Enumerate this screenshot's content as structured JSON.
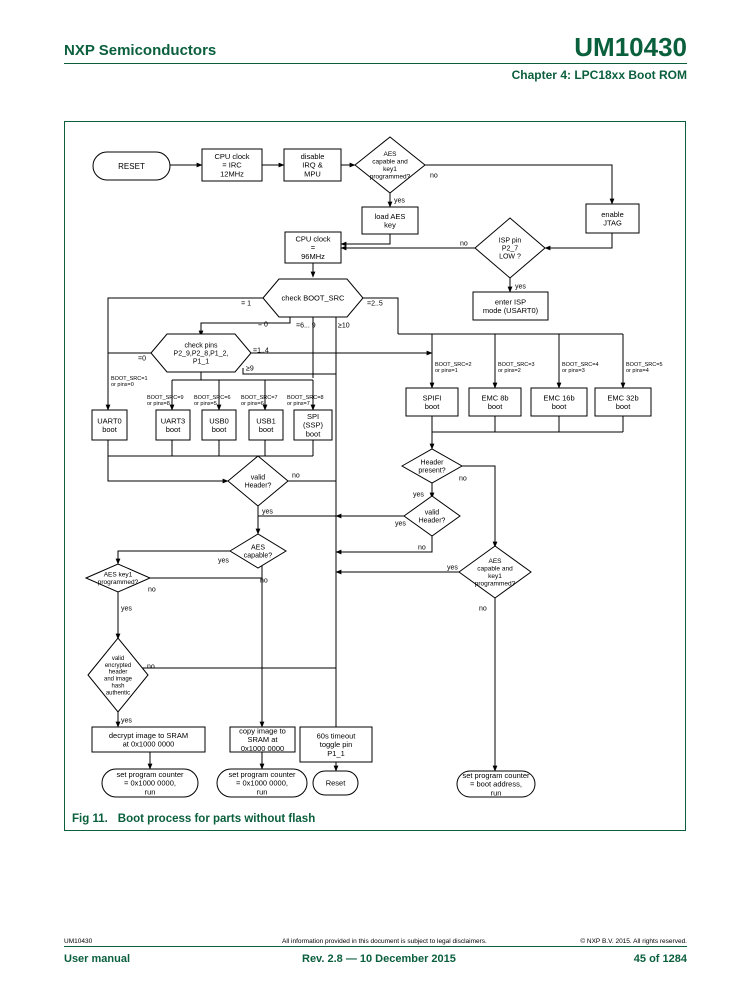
{
  "header": {
    "company": "NXP Semiconductors",
    "doc_id": "UM10430",
    "chapter": "Chapter 4: LPC18xx Boot ROM"
  },
  "figure": {
    "number": "Fig 11.",
    "caption": "Boot process for parts without flash",
    "flow": {
      "reset": "RESET",
      "cpu_clock_irc": [
        "CPU clock",
        "= IRC",
        "12MHz"
      ],
      "disable_irq": [
        "disable",
        "IRQ &",
        "MPU"
      ],
      "aes_key1_top": [
        "AES",
        "capable and",
        "key1",
        "programmed?"
      ],
      "enable_jtag": [
        "enable",
        "JTAG"
      ],
      "load_aes_key": [
        "load AES",
        "key"
      ],
      "cpu_clock_96": [
        "CPU clock",
        "=",
        "96MHz"
      ],
      "isp_pin": [
        "ISP pin",
        "P2_7",
        "LOW ?"
      ],
      "enter_isp": [
        "enter ISP",
        "mode (USART0)"
      ],
      "check_boot_src": "check BOOT_SRC",
      "check_pins": [
        "check pins",
        "P2_9,P2_8,P1_2,",
        "P1_1"
      ],
      "uart0": [
        "UART0",
        "boot"
      ],
      "uart3": [
        "UART3",
        "boot"
      ],
      "usb0": [
        "USB0",
        "boot"
      ],
      "usb1": [
        "USB1",
        "boot"
      ],
      "spi": [
        "SPI",
        "(SSP)",
        "boot"
      ],
      "spifi": [
        "SPIFI",
        "boot"
      ],
      "emc8": [
        "EMC 8b",
        "boot"
      ],
      "emc16": [
        "EMC 16b",
        "boot"
      ],
      "emc32": [
        "EMC 32b",
        "boot"
      ],
      "valid_header_left": [
        "valid",
        "Header?"
      ],
      "header_present": [
        "Header",
        "present?"
      ],
      "valid_header_right": [
        "valid",
        "Header?"
      ],
      "aes_capable": [
        "AES",
        "capable?"
      ],
      "aes_key1_left": [
        "AES key1",
        "programmed?"
      ],
      "aes_key1_right": [
        "AES",
        "capable and",
        "key1",
        "programmed?"
      ],
      "valid_encrypted": [
        "valid",
        "encrypted",
        "header",
        "and image",
        "hash",
        "authentic"
      ],
      "decrypt": [
        "decrypt image to SRAM",
        "at 0x1000 0000"
      ],
      "copy_image": [
        "copy image to",
        "SRAM at",
        "0x1000 0000"
      ],
      "timeout": [
        "60s timeout",
        "toggle pin",
        "P1_1"
      ],
      "pc_left": [
        "set program counter",
        "= 0x1000 0000,",
        "run"
      ],
      "pc_mid": [
        "set program counter",
        "= 0x1000 0000,",
        "run"
      ],
      "reset_end": "Reset",
      "pc_right": [
        "set program counter",
        "= boot address,",
        "run"
      ],
      "lbl": {
        "no": "no",
        "yes": "yes",
        "eq1": "= 1",
        "eq0": "= 0",
        "eq2_5": "=2..5",
        "eq6_9": "=6... 9",
        "ge10": "≥10",
        "pins_eq0": "=0",
        "pins_1_4": "=1..4",
        "pins_ge9": "≥9",
        "bs1": [
          "BOOT_SRC=1",
          "or pins=0"
        ],
        "bs9": [
          "BOOT_SRC=9",
          "or pins=8"
        ],
        "bs6": [
          "BOOT_SRC=6",
          "or pins=5"
        ],
        "bs7": [
          "BOOT_SRC=7",
          "or pins=6"
        ],
        "bs8": [
          "BOOT_SRC=8",
          "or pins=7"
        ],
        "bs2": [
          "BOOT_SRC=2",
          "or pins=1"
        ],
        "bs3": [
          "BOOT_SRC=3",
          "or pins=2"
        ],
        "bs4": [
          "BOOT_SRC=4",
          "or pins=3"
        ],
        "bs5": [
          "BOOT_SRC=5",
          "or pins=4"
        ]
      }
    }
  },
  "footer": {
    "doc_id": "UM10430",
    "disclaimer": "All information provided in this document is subject to legal disclaimers.",
    "copyright": "© NXP B.V. 2015. All rights reserved.",
    "doc_type": "User manual",
    "revision": "Rev. 2.8 — 10 December 2015",
    "page": "45 of 1284"
  }
}
